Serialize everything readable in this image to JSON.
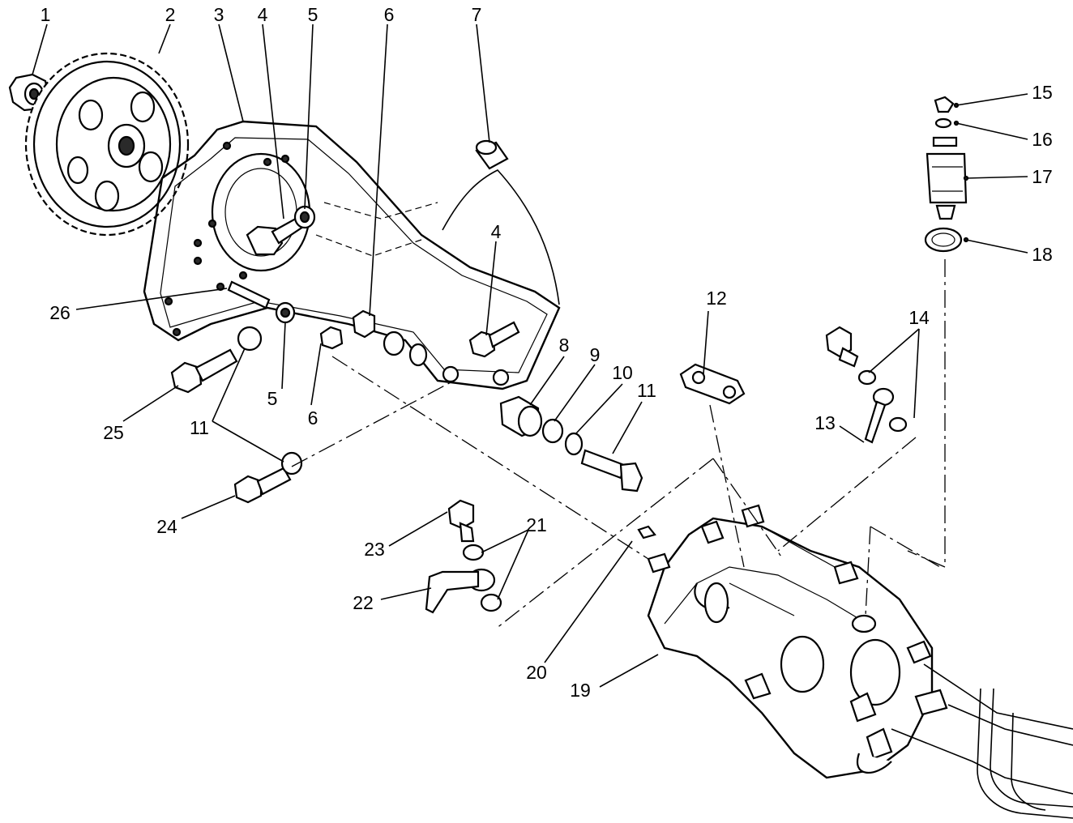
{
  "colors": {
    "ink": "#000000",
    "paper": "#ffffff",
    "shade": "#2a2a2a"
  },
  "callouts": [
    {
      "id": "c1",
      "label": "1"
    },
    {
      "id": "c2",
      "label": "2"
    },
    {
      "id": "c3",
      "label": "3"
    },
    {
      "id": "c4a",
      "label": "4"
    },
    {
      "id": "c5a",
      "label": "5"
    },
    {
      "id": "c6a",
      "label": "6"
    },
    {
      "id": "c7",
      "label": "7"
    },
    {
      "id": "c4b",
      "label": "4"
    },
    {
      "id": "c8",
      "label": "8"
    },
    {
      "id": "c9",
      "label": "9"
    },
    {
      "id": "c10",
      "label": "10"
    },
    {
      "id": "c11a",
      "label": "11"
    },
    {
      "id": "c12",
      "label": "12"
    },
    {
      "id": "c13",
      "label": "13"
    },
    {
      "id": "c14",
      "label": "14"
    },
    {
      "id": "c15",
      "label": "15"
    },
    {
      "id": "c16",
      "label": "16"
    },
    {
      "id": "c17",
      "label": "17"
    },
    {
      "id": "c18",
      "label": "18"
    },
    {
      "id": "c19",
      "label": "19"
    },
    {
      "id": "c20",
      "label": "20"
    },
    {
      "id": "c21",
      "label": "21"
    },
    {
      "id": "c22",
      "label": "22"
    },
    {
      "id": "c23",
      "label": "23"
    },
    {
      "id": "c24",
      "label": "24"
    },
    {
      "id": "c25",
      "label": "25"
    },
    {
      "id": "c26",
      "label": "26"
    },
    {
      "id": "c5b",
      "label": "5"
    },
    {
      "id": "c6b",
      "label": "6"
    },
    {
      "id": "c11b",
      "label": "11"
    }
  ]
}
